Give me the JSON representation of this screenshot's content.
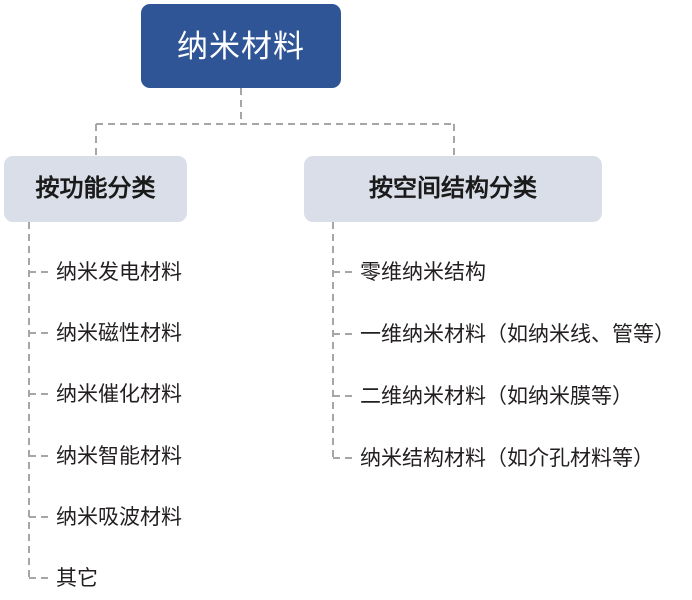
{
  "diagram": {
    "type": "tree-hierarchy",
    "root": {
      "label": "纳米材料",
      "fill": "#2F5597",
      "text_color": "#FFFFFF"
    },
    "branches": [
      {
        "id": "function",
        "label": "按功能分类",
        "fill": "#D9DEE8",
        "text_color": "#1A1A1A",
        "leaves": [
          {
            "label": "纳米发电材料"
          },
          {
            "label": "纳米磁性材料"
          },
          {
            "label": "纳米催化材料"
          },
          {
            "label": "纳米智能材料"
          },
          {
            "label": "纳米吸波材料"
          },
          {
            "label": "其它"
          }
        ]
      },
      {
        "id": "structure",
        "label": "按空间结构分类",
        "fill": "#D9DEE8",
        "text_color": "#1A1A1A",
        "leaves": [
          {
            "label": "零维纳米结构"
          },
          {
            "label": "一维纳米材料（如纳米线、管等）"
          },
          {
            "label": "二维纳米材料（如纳米膜等）"
          },
          {
            "label": "纳米结构材料（如介孔材料等）"
          }
        ]
      }
    ],
    "connector": {
      "style": "dashed",
      "color": "#A6A6A6"
    },
    "background": "#FFFFFF"
  }
}
